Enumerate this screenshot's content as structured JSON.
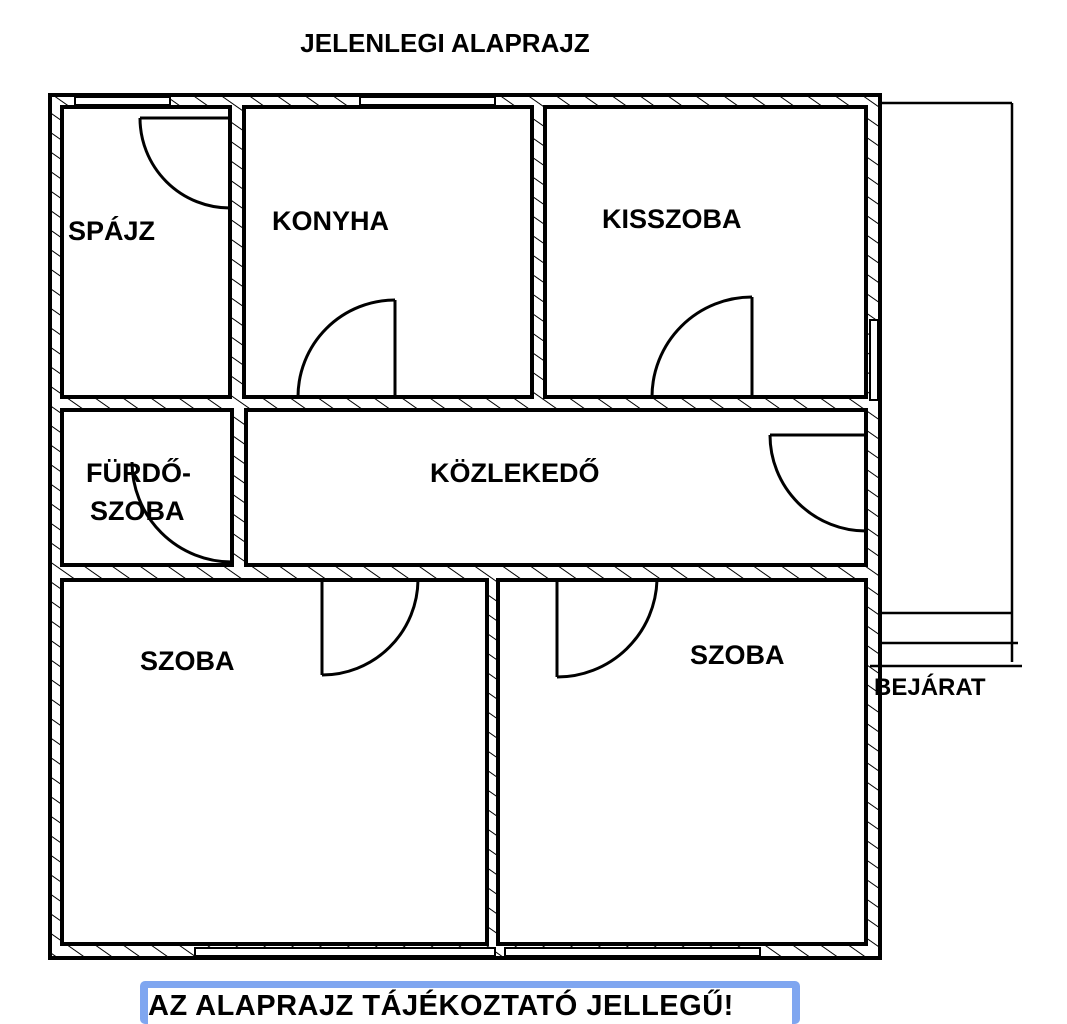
{
  "title": "JELENLEGI ALAPRAJZ",
  "rooms": {
    "pantry": "SPÁJZ",
    "kitchen": "KONYHA",
    "small_room": "KISSZOBA",
    "bathroom_line1": "FÜRDŐ-",
    "bathroom_line2": "SZOBA",
    "hallway": "KÖZLEKEDŐ",
    "room_left": "SZOBA",
    "room_right": "SZOBA"
  },
  "entrance": "BEJÁRAT",
  "disclaimer": "AZ ALAPRAJZ TÁJÉKOZTATÓ JELLEGŰ!",
  "colors": {
    "highlight": "#7fa6f0",
    "line": "#000000"
  }
}
